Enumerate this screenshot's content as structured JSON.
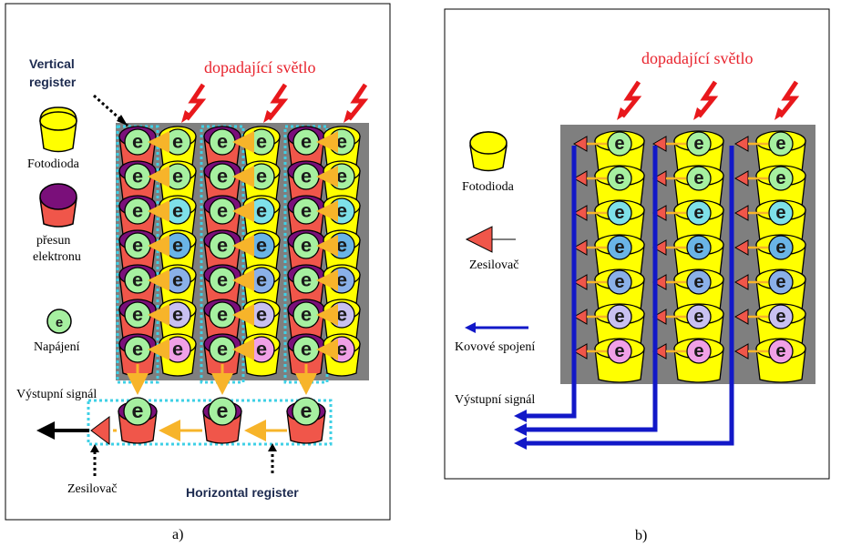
{
  "panel_a": {
    "caption": "a)",
    "light_label": "dopadající světlo",
    "vertical_register_label_line1": "Vertical",
    "vertical_register_label_line2": "register",
    "legend_photodiode": "Fotodioda",
    "legend_transfer_line1": "přesun",
    "legend_transfer_line2": "elektronu",
    "legend_power": "Napájení",
    "output_signal": "Výstupní signál",
    "amplifier": "Zesilovač",
    "horizontal_register": "Horizontal register",
    "electron_symbol": "e"
  },
  "panel_b": {
    "caption": "b)",
    "light_label": "dopadající světlo",
    "legend_photodiode": "Fotodioda",
    "legend_amplifier": "Zesilovač",
    "legend_metal": "Kovové spojení",
    "output_signal": "Výstupní signál",
    "electron_symbol": "e"
  },
  "colors": {
    "photodiode_yellow": "#ffff00",
    "transfer_red": "#f0564a",
    "transfer_purple": "#7a0f7a",
    "electron_green": "#a6f0a0",
    "dashed_cyan": "#3fd0e6",
    "arrow_orange": "#f7b42a",
    "metal_blue": "#1218c8",
    "bolt_red": "#e8181c",
    "sensor_gray": "#7f7f7f"
  },
  "electron_colors_by_row": [
    "#a6f0a0",
    "#a6f0a0",
    "#7ee0e8",
    "#6ab4e6",
    "#8ab0e8",
    "#c8c0f0",
    "#f0a0e6"
  ]
}
